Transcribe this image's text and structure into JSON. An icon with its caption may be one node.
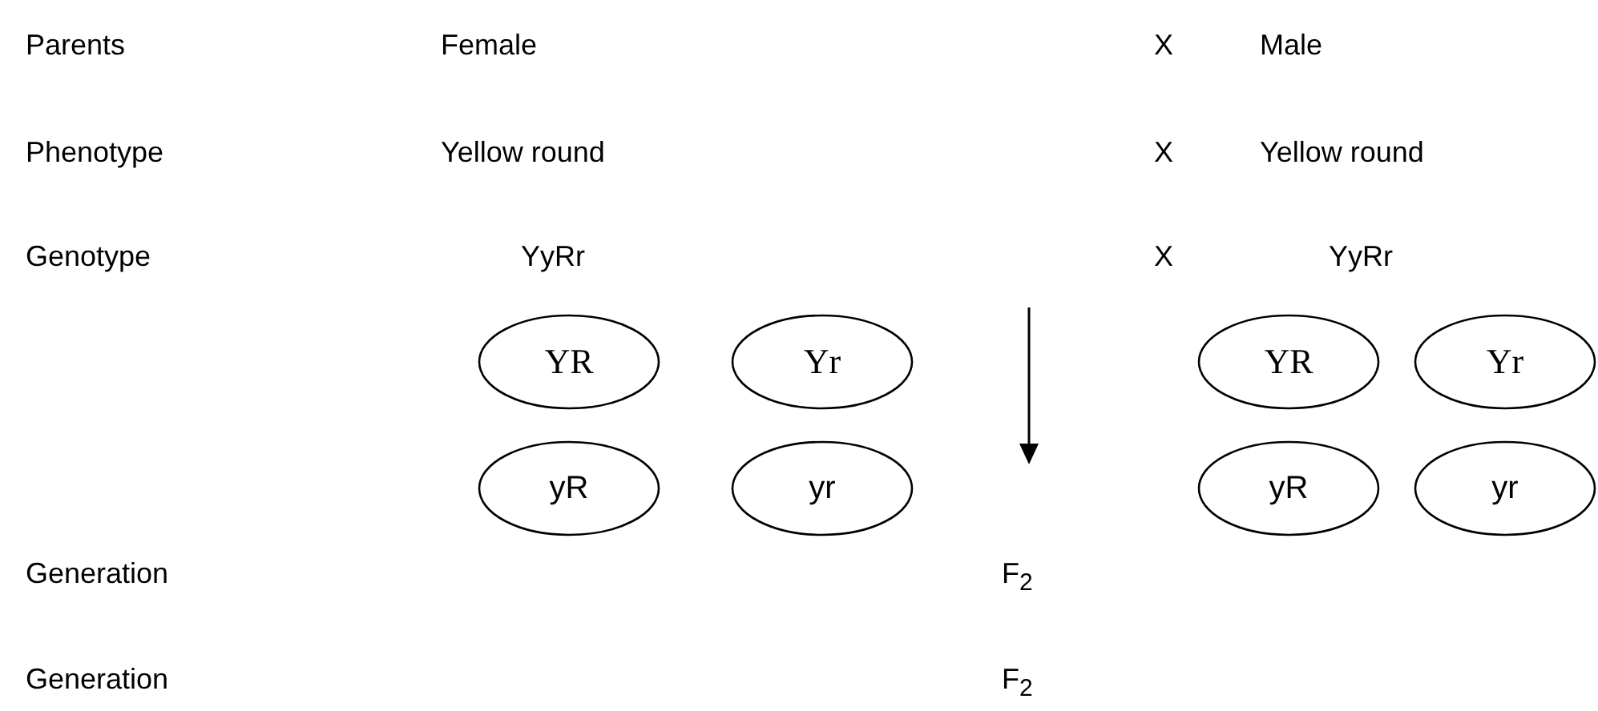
{
  "diagram": {
    "nodes": [
      {
        "text": [
          "YR"
        ]
      },
      {
        "text": [
          "Yr"
        ]
      },
      {
        "text": [
          "YR"
        ]
      },
      {
        "text": [
          "Yr"
        ]
      },
      {
        "text": [
          "yR"
        ]
      },
      {
        "text": [
          "yr"
        ]
      },
      {
        "text": [
          "yR"
        ]
      },
      {
        "text": [
          "yr"
        ]
      }
    ],
    "labels": [
      "Parents",
      "Female",
      "X",
      "Male",
      "Phenotype",
      "Yellow round",
      "X",
      "Yellow round",
      "Genotype",
      "YyRr",
      "X",
      "YyRr",
      "Generation",
      "F$_{2}$",
      "Generation",
      "F$_{2}$"
    ]
  }
}
